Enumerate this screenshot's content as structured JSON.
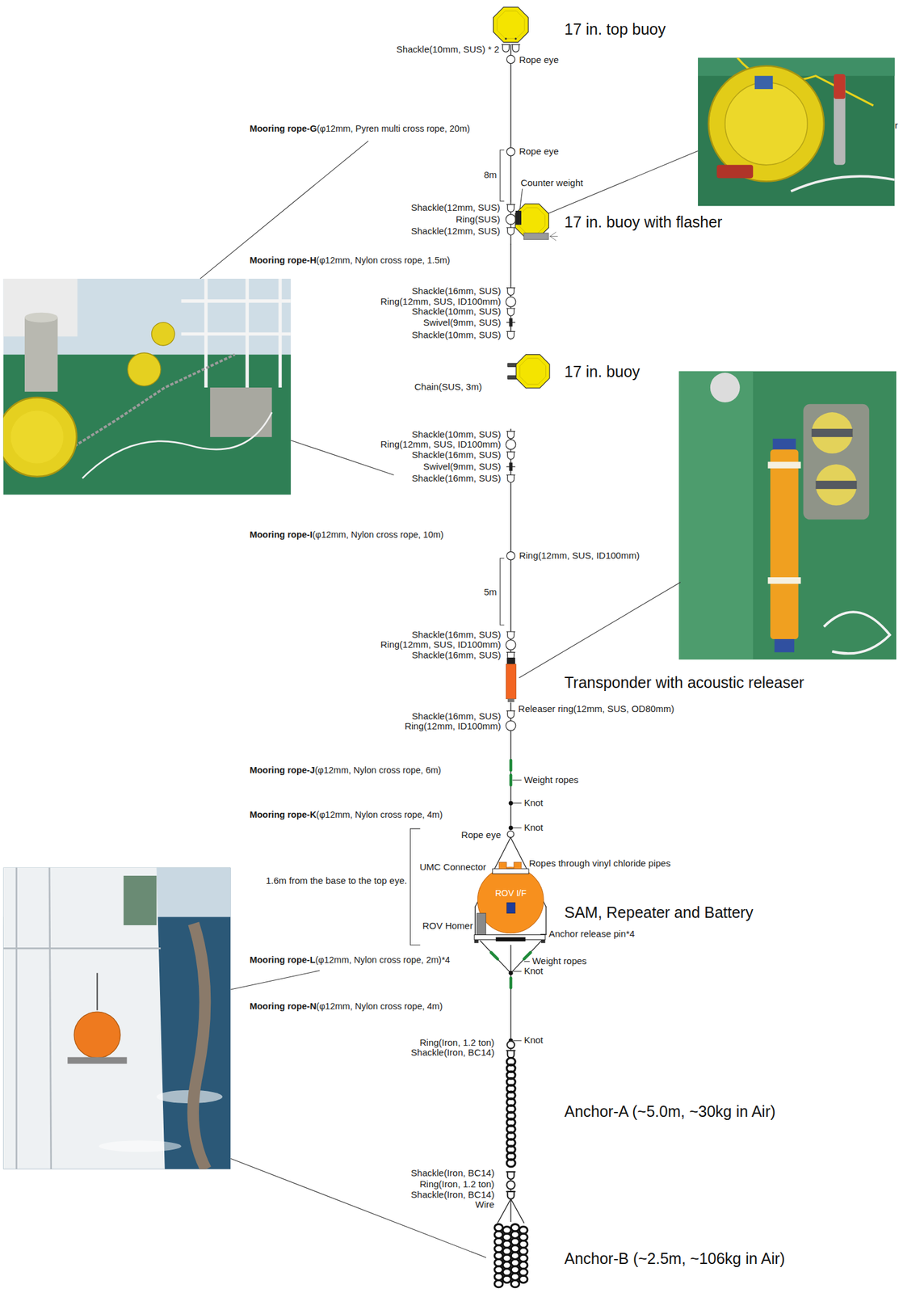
{
  "diagram": {
    "nodes": [
      {
        "text": [
          "17 in. top buoy"
        ]
      },
      {
        "text": [
          "17 in. buoy with flasher"
        ]
      },
      {
        "text": [
          "17 in. buoy"
        ]
      },
      {
        "text": [
          "Transponder with acoustic releaser"
        ]
      },
      {
        "text": [
          "SAM, Repeater and Battery"
        ]
      },
      {
        "text": [
          "ROV I/F"
        ],
        "in": 4
      },
      {
        "text": [
          "Anchor-A (~5.0m, ~30kg in Air)"
        ]
      },
      {
        "text": [
          "Anchor-B (~2.5m, ~106kg in Air)"
        ]
      }
    ],
    "edges": [
      {
        "from": 0,
        "to": 1,
        "arrow": "none"
      },
      {
        "from": 1,
        "to": 2,
        "arrow": "none"
      },
      {
        "from": 2,
        "to": 3,
        "arrow": "none"
      },
      {
        "from": 3,
        "to": 4,
        "arrow": "none"
      },
      {
        "from": 4,
        "to": 6,
        "arrow": "none"
      },
      {
        "from": 6,
        "to": 7,
        "arrow": "none"
      }
    ],
    "labels": [
      "r",
      "Shackle(10mm, SUS) * 2",
      "Rope eye",
      "Mooring rope-G",
      "(φ12mm, Pyren multi cross rope, 20m)",
      "Rope eye",
      "8m",
      "Counter weight",
      "Shackle(12mm, SUS)",
      "Ring(SUS)",
      "Shackle(12mm, SUS)",
      "Mooring rope-H",
      "(φ12mm, Nylon cross rope, 1.5m)",
      "Shackle(16mm, SUS)",
      "Ring(12mm, SUS, ID100mm)",
      "Shackle(10mm, SUS)",
      "Swivel(9mm, SUS)",
      "Shackle(10mm, SUS)",
      "Chain(SUS, 3m)",
      "Shackle(10mm, SUS)",
      "Ring(12mm, SUS, ID100mm)",
      "Shackle(16mm, SUS)",
      "Swivel(9mm, SUS)",
      "Shackle(16mm, SUS)",
      "Mooring rope-I",
      "(φ12mm, Nylon cross rope, 10m)",
      "Ring(12mm, SUS, ID100mm)",
      "5m",
      "Shackle(16mm, SUS)",
      "Ring(12mm, SUS, ID100mm)",
      "Shackle(16mm, SUS)",
      "Releaser ring(12mm, SUS, OD80mm)",
      "Shackle(16mm, SUS)",
      "Ring(12mm, ID100mm)",
      "Mooring rope-J",
      "(φ12mm, Nylon cross rope, 6m)",
      "Weight ropes",
      "Knot",
      "Mooring rope-K",
      "(φ12mm, Nylon cross rope, 4m)",
      "Knot",
      "Rope eye",
      "UMC Connector",
      "Ropes through vinyl chloride pipes",
      "1.6m from the base to the top eye.",
      "ROV Homer",
      "Anchor release pin*4",
      "Mooring rope-L",
      "(φ12mm, Nylon cross rope, 2m)*4",
      "Weight ropes",
      "Knot",
      "Mooring rope-N",
      "(φ12mm, Nylon cross rope, 4m)",
      "Knot",
      "Ring(Iron, 1.2 ton)",
      "Shackle(Iron, BC14)",
      "Shackle(Iron, BC14)",
      "Ring(Iron, 1.2 ton)",
      "Shackle(Iron, BC14)",
      "Wire"
    ]
  }
}
